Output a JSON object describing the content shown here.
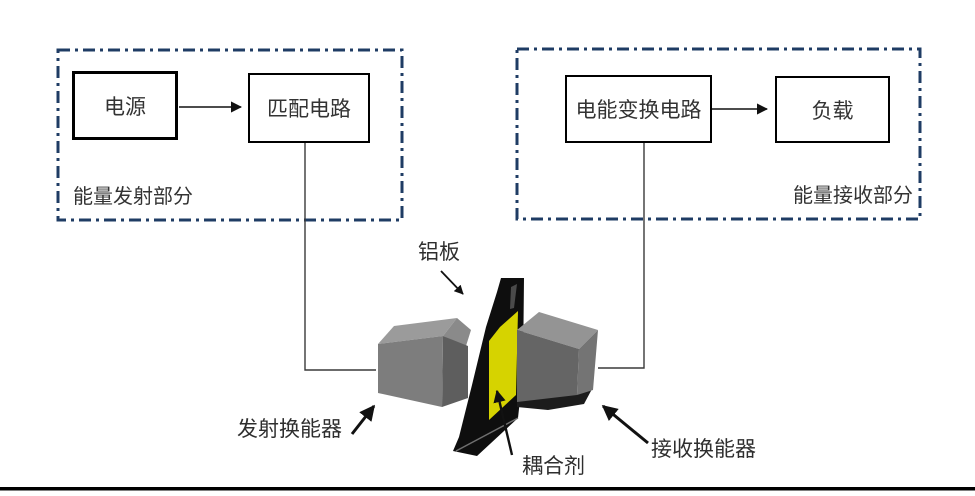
{
  "sections": {
    "transmit": {
      "label": "能量发射部分",
      "source_block": "电源",
      "matching_block": "匹配电路"
    },
    "receive": {
      "label": "能量接收部分",
      "converter_block": "电能变换电路",
      "load_block": "负载"
    }
  },
  "annotations": {
    "plate": "铝板",
    "couplant": "耦合剂",
    "tx_transducer": "发射换能器",
    "rx_transducer": "接收换能器"
  },
  "colors": {
    "dash_border": "#1f3c64",
    "plate": "#0e0e0e",
    "plate_edge": "#6f6f6f",
    "couplant": "#d6d300",
    "transducer_front": "#7d7d7d",
    "transducer_top": "#9b9b9b",
    "rx_front": "#656565",
    "rx_top": "#949494",
    "wire": "#3a3a3a",
    "arrow": "#111111"
  }
}
